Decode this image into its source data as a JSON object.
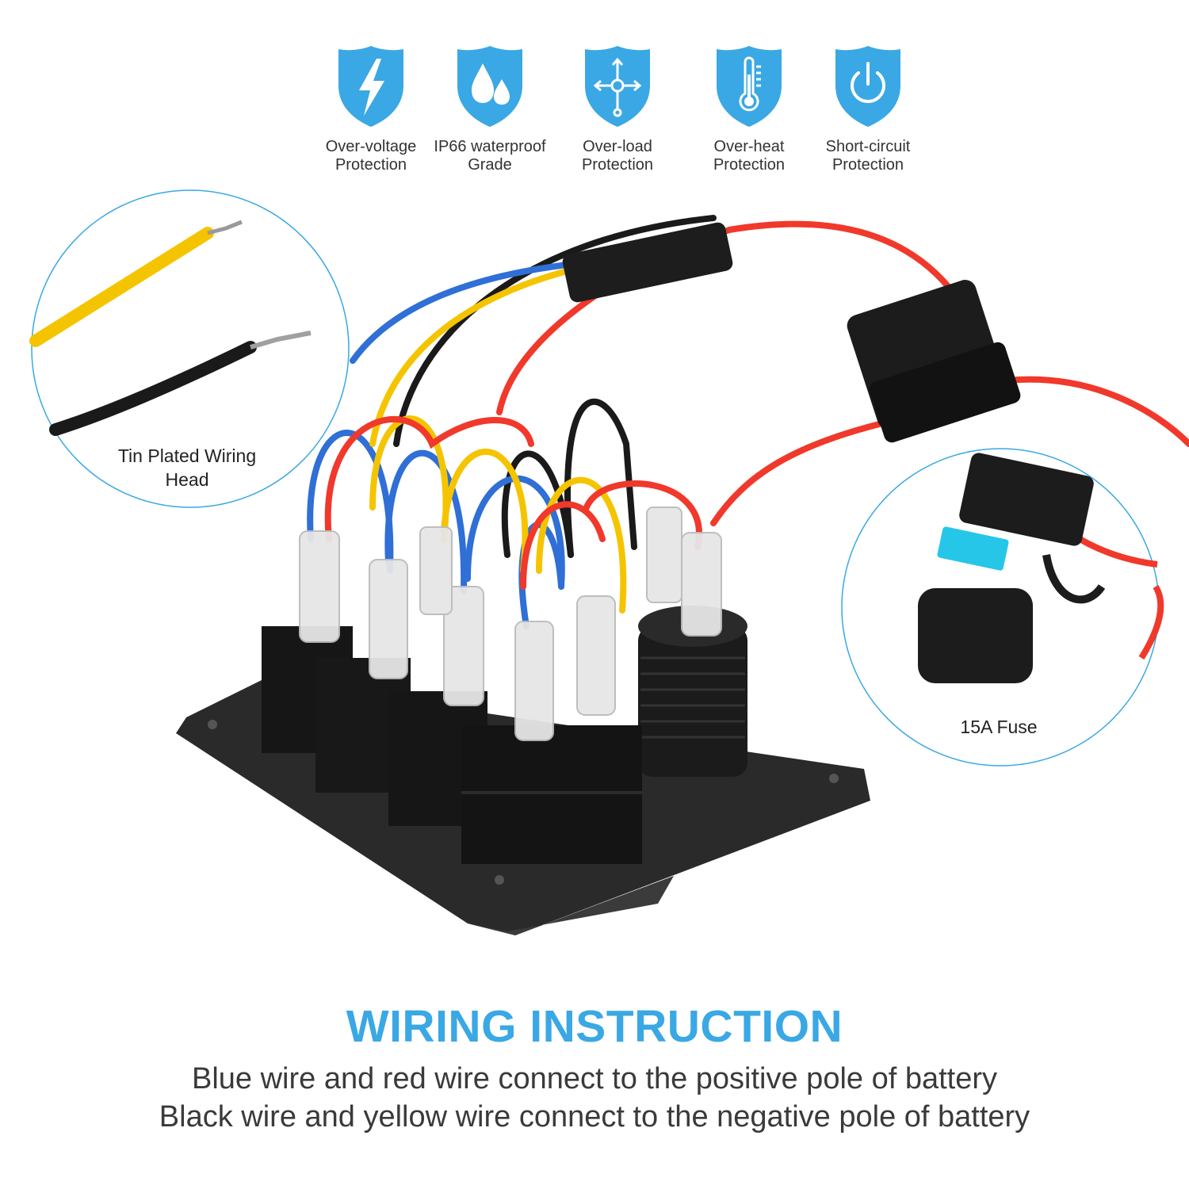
{
  "features": [
    {
      "icon": "lightning-icon",
      "label": "Over-voltage\nProtection"
    },
    {
      "icon": "water-drops-icon",
      "label": "IP66 waterproof\nGrade"
    },
    {
      "icon": "load-arrows-icon",
      "label": "Over-load\nProtection"
    },
    {
      "icon": "thermometer-icon",
      "label": "Over-heat\nProtection"
    },
    {
      "icon": "power-icon",
      "label": "Short-circuit\nProtection"
    }
  ],
  "callouts": {
    "tin": "Tin Plated Wiring\nHead",
    "fuse": "15A Fuse"
  },
  "title": "WIRING INSTRUCTION",
  "instructions": {
    "line1": "Blue wire and red wire connect to the positive pole of battery",
    "line2": "Black wire and yellow wire connect to the negative pole of battery"
  },
  "colors": {
    "accent": "#3aa8e4",
    "wire_red": "#f0392b",
    "wire_blue": "#2f6fd6",
    "wire_yellow": "#f5c400",
    "wire_black": "#1a1a1a",
    "fuse": "#26c6e8"
  }
}
